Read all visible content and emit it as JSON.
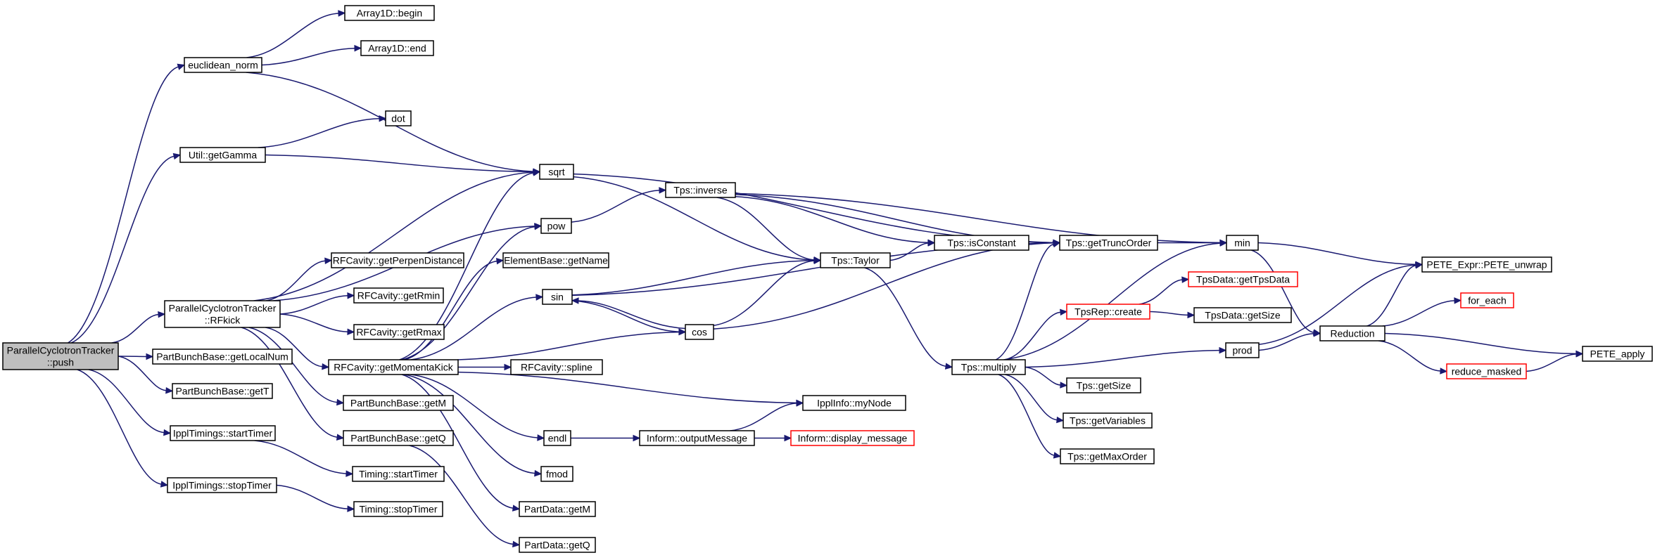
{
  "colors": {
    "edge": "#191970",
    "root_fill": "#bfbfbf",
    "truncated_border": "#ff0000",
    "node_border": "#000000"
  },
  "nodes": [
    {
      "id": "push",
      "lines": [
        "ParallelCyclotronTracker",
        "::push"
      ],
      "root": true
    },
    {
      "id": "euclidean_norm",
      "lines": [
        "euclidean_norm"
      ]
    },
    {
      "id": "arr_begin",
      "lines": [
        "Array1D::begin"
      ]
    },
    {
      "id": "arr_end",
      "lines": [
        "Array1D::end"
      ]
    },
    {
      "id": "getGamma",
      "lines": [
        "Util::getGamma"
      ]
    },
    {
      "id": "dot",
      "lines": [
        "dot"
      ]
    },
    {
      "id": "sqrt",
      "lines": [
        "sqrt"
      ]
    },
    {
      "id": "RFkick",
      "lines": [
        "ParallelCyclotronTracker",
        "::RFkick"
      ]
    },
    {
      "id": "getLocalNum",
      "lines": [
        "PartBunchBase::getLocalNum"
      ]
    },
    {
      "id": "getT",
      "lines": [
        "PartBunchBase::getT"
      ]
    },
    {
      "id": "startTimer",
      "lines": [
        "IpplTimings::startTimer"
      ]
    },
    {
      "id": "stopTimer",
      "lines": [
        "IpplTimings::stopTimer"
      ]
    },
    {
      "id": "getPerpenDistance",
      "lines": [
        "RFCavity::getPerpenDistance"
      ]
    },
    {
      "id": "getRmin",
      "lines": [
        "RFCavity::getRmin"
      ]
    },
    {
      "id": "getRmax",
      "lines": [
        "RFCavity::getRmax"
      ]
    },
    {
      "id": "getMomentaKick",
      "lines": [
        "RFCavity::getMomentaKick"
      ]
    },
    {
      "id": "pbb_getM",
      "lines": [
        "PartBunchBase::getM"
      ]
    },
    {
      "id": "pbb_getQ",
      "lines": [
        "PartBunchBase::getQ"
      ]
    },
    {
      "id": "t_startTimer",
      "lines": [
        "Timing::startTimer"
      ]
    },
    {
      "id": "t_stopTimer",
      "lines": [
        "Timing::stopTimer"
      ]
    },
    {
      "id": "pow",
      "lines": [
        "pow"
      ]
    },
    {
      "id": "getName",
      "lines": [
        "ElementBase::getName"
      ]
    },
    {
      "id": "sin",
      "lines": [
        "sin"
      ]
    },
    {
      "id": "cos",
      "lines": [
        "cos"
      ]
    },
    {
      "id": "spline",
      "lines": [
        "RFCavity::spline"
      ]
    },
    {
      "id": "endl",
      "lines": [
        "endl"
      ]
    },
    {
      "id": "fmod",
      "lines": [
        "fmod"
      ]
    },
    {
      "id": "pd_getM",
      "lines": [
        "PartData::getM"
      ]
    },
    {
      "id": "pd_getQ",
      "lines": [
        "PartData::getQ"
      ]
    },
    {
      "id": "tps_inverse",
      "lines": [
        "Tps::inverse"
      ]
    },
    {
      "id": "tps_taylor",
      "lines": [
        "Tps::Taylor"
      ]
    },
    {
      "id": "tps_isConstant",
      "lines": [
        "Tps::isConstant"
      ]
    },
    {
      "id": "myNode",
      "lines": [
        "IpplInfo::myNode"
      ]
    },
    {
      "id": "outputMessage",
      "lines": [
        "Inform::outputMessage"
      ]
    },
    {
      "id": "display_message",
      "lines": [
        "Inform::display_message"
      ],
      "truncated": true
    },
    {
      "id": "getTruncOrder",
      "lines": [
        "Tps::getTruncOrder"
      ]
    },
    {
      "id": "tps_multiply",
      "lines": [
        "Tps::multiply"
      ]
    },
    {
      "id": "tpsrep_create",
      "lines": [
        "TpsRep::create"
      ],
      "truncated": true
    },
    {
      "id": "getTpsData",
      "lines": [
        "TpsData::getTpsData"
      ],
      "truncated": true
    },
    {
      "id": "tpsdata_getSize",
      "lines": [
        "TpsData::getSize"
      ]
    },
    {
      "id": "tps_getSize",
      "lines": [
        "Tps::getSize"
      ]
    },
    {
      "id": "getVariables",
      "lines": [
        "Tps::getVariables"
      ]
    },
    {
      "id": "getMaxOrder",
      "lines": [
        "Tps::getMaxOrder"
      ]
    },
    {
      "id": "min",
      "lines": [
        "min"
      ]
    },
    {
      "id": "prod",
      "lines": [
        "prod"
      ]
    },
    {
      "id": "reduction",
      "lines": [
        "Reduction"
      ]
    },
    {
      "id": "pete_unwrap",
      "lines": [
        "PETE_Expr::PETE_unwrap"
      ]
    },
    {
      "id": "for_each",
      "lines": [
        "for_each"
      ],
      "truncated": true
    },
    {
      "id": "reduce_masked",
      "lines": [
        "reduce_masked"
      ],
      "truncated": true
    },
    {
      "id": "pete_apply",
      "lines": [
        "PETE_apply"
      ]
    }
  ],
  "edges": [
    [
      "push",
      "euclidean_norm"
    ],
    [
      "push",
      "getGamma"
    ],
    [
      "push",
      "RFkick"
    ],
    [
      "push",
      "getLocalNum"
    ],
    [
      "push",
      "getT"
    ],
    [
      "push",
      "startTimer"
    ],
    [
      "push",
      "stopTimer"
    ],
    [
      "euclidean_norm",
      "arr_begin"
    ],
    [
      "euclidean_norm",
      "arr_end"
    ],
    [
      "euclidean_norm",
      "sqrt"
    ],
    [
      "getGamma",
      "dot"
    ],
    [
      "getGamma",
      "sqrt"
    ],
    [
      "RFkick",
      "sqrt"
    ],
    [
      "RFkick",
      "pow"
    ],
    [
      "RFkick",
      "getPerpenDistance"
    ],
    [
      "RFkick",
      "getRmin"
    ],
    [
      "RFkick",
      "getRmax"
    ],
    [
      "RFkick",
      "getMomentaKick"
    ],
    [
      "RFkick",
      "pbb_getM"
    ],
    [
      "RFkick",
      "pbb_getQ"
    ],
    [
      "startTimer",
      "t_startTimer"
    ],
    [
      "stopTimer",
      "t_stopTimer"
    ],
    [
      "getMomentaKick",
      "sqrt"
    ],
    [
      "getMomentaKick",
      "pow"
    ],
    [
      "getMomentaKick",
      "getName"
    ],
    [
      "getMomentaKick",
      "sin"
    ],
    [
      "getMomentaKick",
      "cos"
    ],
    [
      "getMomentaKick",
      "spline"
    ],
    [
      "getMomentaKick",
      "myNode"
    ],
    [
      "getMomentaKick",
      "endl"
    ],
    [
      "getMomentaKick",
      "fmod"
    ],
    [
      "getMomentaKick",
      "pd_getM"
    ],
    [
      "pbb_getQ",
      "pd_getQ"
    ],
    [
      "sqrt",
      "tps_taylor"
    ],
    [
      "sqrt",
      "getTruncOrder"
    ],
    [
      "pow",
      "tps_inverse"
    ],
    [
      "sin",
      "tps_taylor"
    ],
    [
      "sin",
      "cos"
    ],
    [
      "sin",
      "getTruncOrder"
    ],
    [
      "cos",
      "sin"
    ],
    [
      "cos",
      "tps_taylor"
    ],
    [
      "cos",
      "getTruncOrder"
    ],
    [
      "endl",
      "outputMessage"
    ],
    [
      "outputMessage",
      "myNode"
    ],
    [
      "outputMessage",
      "display_message"
    ],
    [
      "tps_inverse",
      "tps_taylor"
    ],
    [
      "tps_inverse",
      "tps_isConstant"
    ],
    [
      "tps_inverse",
      "getTruncOrder"
    ],
    [
      "tps_inverse",
      "min"
    ],
    [
      "tps_taylor",
      "tps_isConstant"
    ],
    [
      "tps_taylor",
      "tps_multiply"
    ],
    [
      "getTruncOrder",
      "min"
    ],
    [
      "tps_multiply",
      "getTruncOrder"
    ],
    [
      "tps_multiply",
      "min"
    ],
    [
      "tps_multiply",
      "tpsrep_create"
    ],
    [
      "tps_multiply",
      "prod"
    ],
    [
      "tps_multiply",
      "tps_getSize"
    ],
    [
      "tps_multiply",
      "getVariables"
    ],
    [
      "tps_multiply",
      "getMaxOrder"
    ],
    [
      "tpsrep_create",
      "getTpsData"
    ],
    [
      "tpsrep_create",
      "tpsdata_getSize"
    ],
    [
      "min",
      "pete_unwrap"
    ],
    [
      "min",
      "reduction"
    ],
    [
      "prod",
      "pete_unwrap"
    ],
    [
      "prod",
      "reduction"
    ],
    [
      "reduction",
      "pete_unwrap"
    ],
    [
      "reduction",
      "for_each"
    ],
    [
      "reduction",
      "reduce_masked"
    ],
    [
      "reduction",
      "pete_apply"
    ],
    [
      "reduce_masked",
      "pete_apply"
    ]
  ]
}
